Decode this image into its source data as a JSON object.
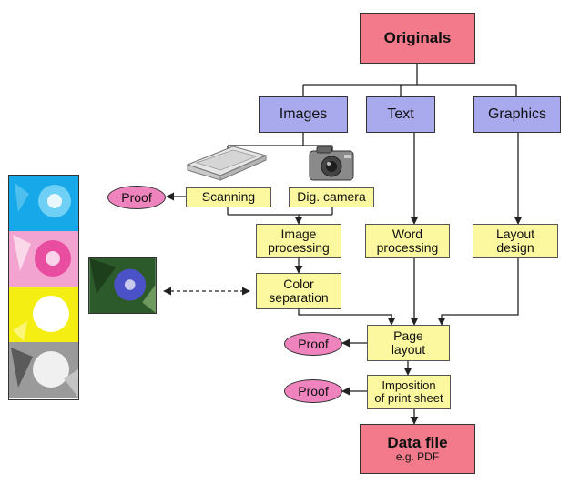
{
  "nodes": {
    "originals": "Originals",
    "images": "Images",
    "text": "Text",
    "graphics": "Graphics",
    "scanning": "Scanning",
    "dig_camera": "Dig. camera",
    "image_processing": [
      "Image",
      "processing"
    ],
    "word_processing": [
      "Word",
      "processing"
    ],
    "layout_design": [
      "Layout",
      "design"
    ],
    "color_separation": [
      "Color",
      "separation"
    ],
    "page_layout": [
      "Page",
      "layout"
    ],
    "imposition": [
      "Imposition",
      "of print sheet"
    ],
    "data_file": "Data file",
    "data_file_sub": "e.g. PDF",
    "proof": "Proof"
  },
  "colors": {
    "pink_box": "#f27a8a",
    "blue_box": "#a9a9ee",
    "yellow_box": "#fbf8a0",
    "proof_oval": "#ef83bd"
  },
  "icons": {
    "scanner": "scanner-icon",
    "camera": "digital-camera-icon",
    "separations": [
      "cyan-separation",
      "magenta-separation",
      "yellow-separation",
      "black-separation"
    ],
    "flower_photo": "color-flower-photo"
  }
}
